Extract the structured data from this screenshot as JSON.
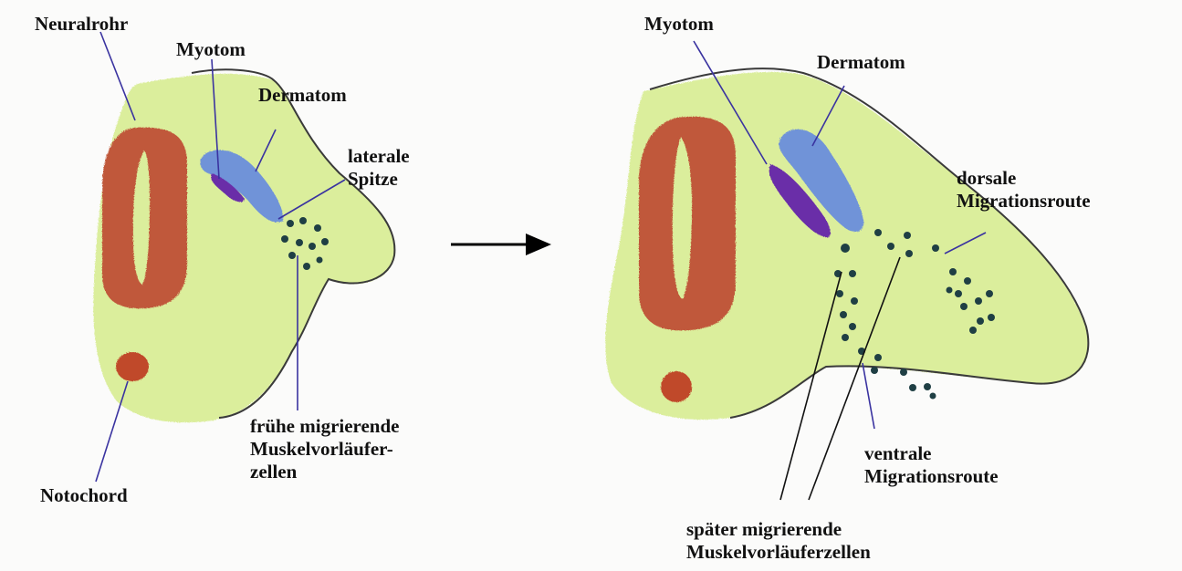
{
  "left_panel": {
    "neuralrohr": "Neuralrohr",
    "myotom": "Myotom",
    "dermatom": "Dermatom",
    "laterale_spitze": [
      "laterale",
      "Spitze"
    ],
    "notochord": "Notochord",
    "fruehe_zellen": [
      "frühe migrierende",
      "Muskelvorläufer-",
      "zellen"
    ]
  },
  "right_panel": {
    "myotom": "Myotom",
    "dermatom": "Dermatom",
    "dorsale_route": [
      "dorsale",
      "Migrationsroute"
    ],
    "ventrale_route": [
      "ventrale",
      "Migrationsroute"
    ],
    "spaeter_zellen": [
      "später migrierende",
      "Muskelvorläuferzellen"
    ]
  },
  "colors": {
    "mesenchyme": "#d6ec8c",
    "neural_tube": "#c0583a",
    "dermatome": "#6f93d8",
    "myotome": "#6a2fa8",
    "notochord": "#c04a2c",
    "cells": "#1f3f44",
    "leader_line_blue": "#3a33a0",
    "leader_line_black": "#111111",
    "arrow": "#000000"
  }
}
